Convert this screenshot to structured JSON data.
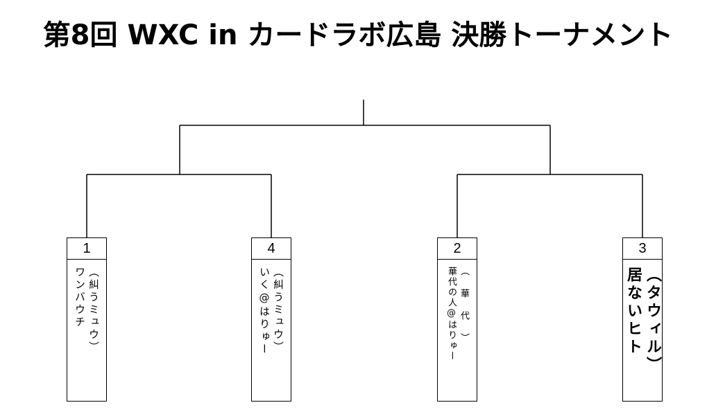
{
  "title": "第8回 WXC in カードラボ広島 決勝トーナメント",
  "players": [
    {
      "seed": "1",
      "name_col1": "ワンバウチ",
      "name_col2": "︵糾うミュウ︶"
    },
    {
      "seed": "4",
      "name_col1": "いく@はりゅー",
      "name_col2": "︵糾うミュウ︶"
    },
    {
      "seed": "2",
      "name_col1": "華代の人@はりゅー",
      "name_col2": "︵ 華 代 ︶"
    },
    {
      "seed": "3",
      "name_col1": "居ないヒト",
      "name_col2": "︵タウィル︶"
    }
  ]
}
